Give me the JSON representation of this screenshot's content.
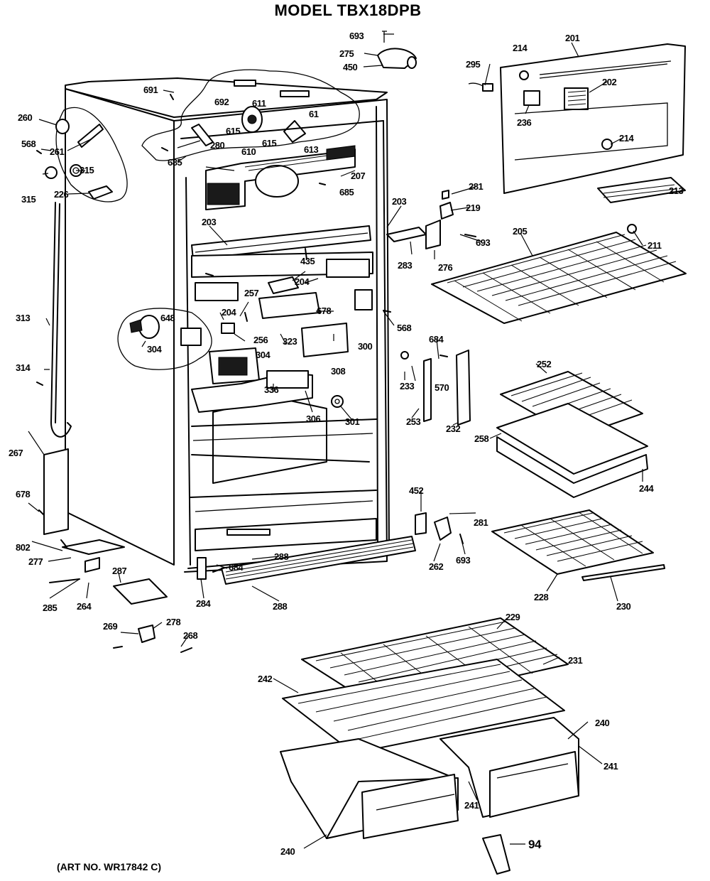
{
  "title": "MODEL TBX18DPB",
  "art_number": "(ART NO. WR17842 C)",
  "callouts": [
    "693",
    "275",
    "450",
    "691",
    "692",
    "611",
    "61",
    "260",
    "615",
    "610",
    "615",
    "613",
    "685",
    "280",
    "261",
    "568",
    "315",
    "315",
    "226",
    "207",
    "685",
    "295",
    "214",
    "201",
    "202",
    "236",
    "214",
    "281",
    "213",
    "219",
    "203",
    "203",
    "693",
    "283",
    "276",
    "205",
    "211",
    "435",
    "204",
    "204",
    "257",
    "678",
    "568",
    "313",
    "304",
    "648",
    "256",
    "323",
    "300",
    "684",
    "314",
    "304",
    "308",
    "233",
    "570",
    "336",
    "306",
    "301",
    "253",
    "232",
    "252",
    "258",
    "244",
    "267",
    "452",
    "281",
    "678",
    "802",
    "277",
    "288",
    "262",
    "693",
    "228",
    "230",
    "684",
    "285",
    "264",
    "287",
    "284",
    "288",
    "269",
    "278",
    "268",
    "229",
    "231",
    "242",
    "240",
    "241",
    "241",
    "240",
    "94"
  ]
}
